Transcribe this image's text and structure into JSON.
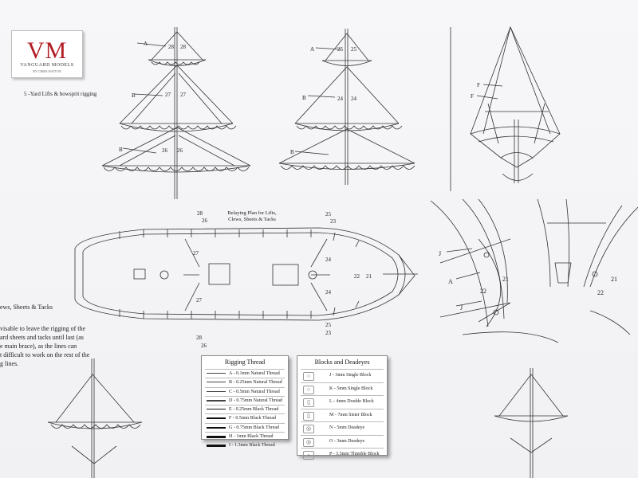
{
  "logo": {
    "title": "VM",
    "subtitle": "VANGUARD MODELS",
    "tagline": "BY CHRIS WATTON"
  },
  "top_caption": "5 -Yard Lifts & bowsprit rigging",
  "belaying_title": [
    "Belaying Plan for Lifts,",
    "Clews, Sheets & Tacks"
  ],
  "paragraph": {
    "title": "ews, Sheets & Tacks",
    "lines": [
      "visable to leave the rigging of the",
      "ard sheets and tacks until last (as",
      "e main brace), as the lines can",
      "t difficult to work on the rest of the",
      "g lines."
    ]
  },
  "rigging_thread": {
    "title": "Rigging Thread",
    "rows": [
      "A - 0.1mm Natural Thread",
      "B - 0.25mm Natural Thread",
      "C - 0.5mm Natural Thread",
      "D - 0.75mm Natural Thread",
      "E - 0.25mm Black Thread",
      "F - 0.5mm Black Thread",
      "G - 0.75mm Black Thread",
      "H - 1mm Black Thread",
      "I - 1.3mm Black Thread"
    ]
  },
  "blocks_deadeyes": {
    "title": "Blocks and Deadeyes",
    "rows": [
      "J - 3mm Single Block",
      "K - 5mm Single Block",
      "L - 4mm Double Block",
      "M - 7mm Sister Block",
      "N - 5mm Deadeye",
      "O - 3mm Deadeye",
      "P - 3.5mm Thimble Block"
    ]
  },
  "mast1_labels": {
    "a": "A",
    "b1": "B",
    "b2": "B",
    "n28a": "28",
    "n28b": "28",
    "n27a": "27",
    "n27b": "27",
    "n26a": "26",
    "n26b": "26"
  },
  "mast2_labels": {
    "a": "A",
    "b1": "B",
    "b2": "B",
    "n25a": "25",
    "n25b": "25",
    "n24a": "24",
    "n24b": "24"
  },
  "bow_labels": {
    "f1": "F",
    "f2": "F"
  },
  "deck_labels": {
    "n28top": "28",
    "n26top": "26",
    "n25top": "25",
    "n23top": "23",
    "n27a": "27",
    "n27b": "27",
    "n24a": "24",
    "n24b": "24",
    "n22a": "22",
    "n21": "21",
    "n28bot": "28",
    "n26bot": "26",
    "n25bot": "25",
    "n23bot": "23"
  },
  "bow_detail_labels": {
    "j1": "J",
    "a": "A",
    "n21a": "21",
    "n22a": "22",
    "j2": "J",
    "n21b": "21",
    "n22b": "22"
  },
  "legend_icons": [
    "○",
    "○",
    "▯",
    "▯",
    "◎",
    "◎",
    "◦"
  ]
}
